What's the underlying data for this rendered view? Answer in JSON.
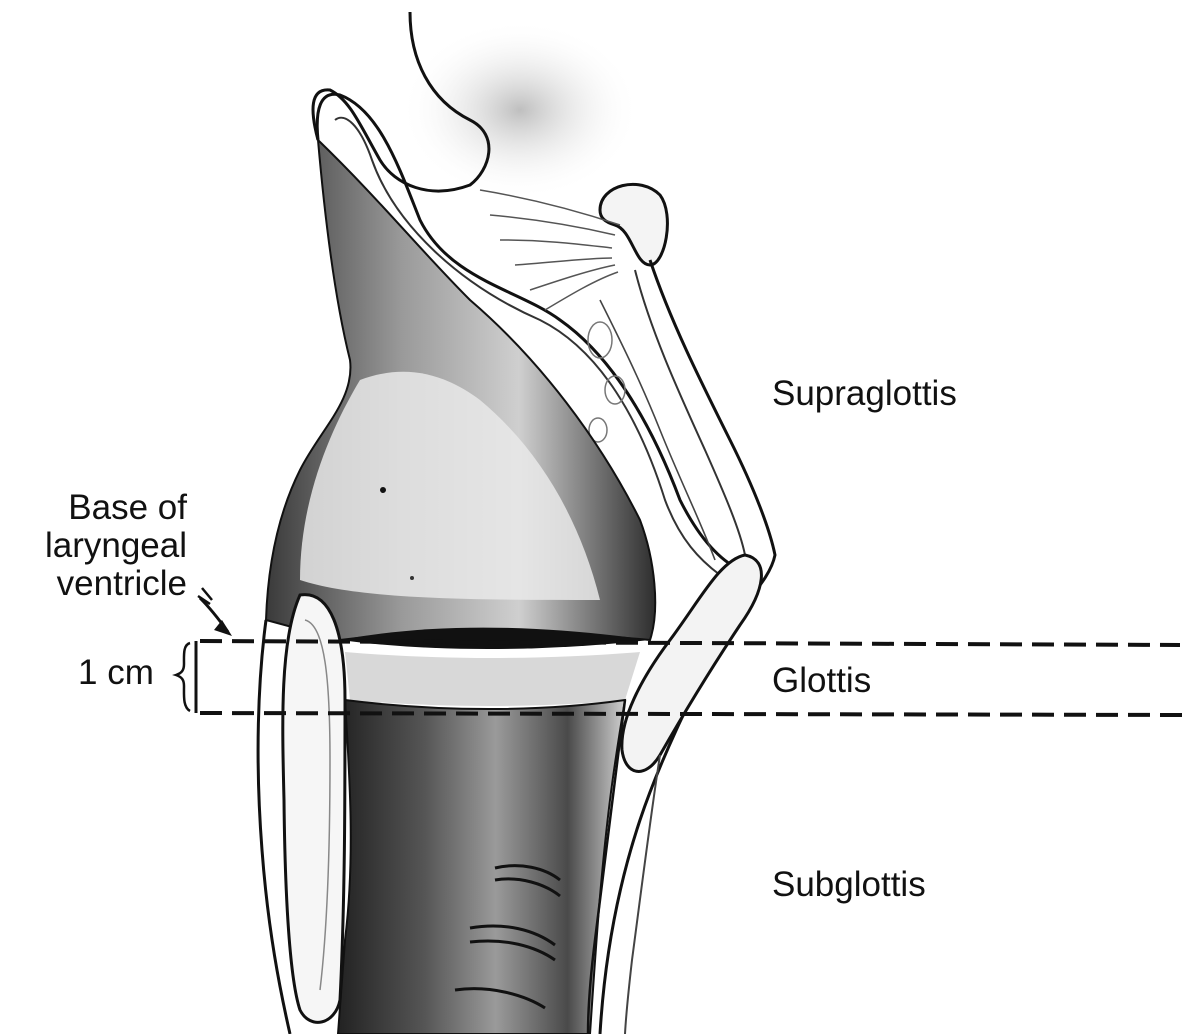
{
  "labels": {
    "supraglottis": "Supraglottis",
    "glottis": "Glottis",
    "subglottis": "Subglottis",
    "base_of_ventricle_line1": "Base of",
    "base_of_ventricle_line2": "laryngeal",
    "base_of_ventricle_line3": "ventricle",
    "scale": "1 cm"
  },
  "colors": {
    "ink": "#111111",
    "shade_dark": "#2a2a2a",
    "shade_mid": "#6e6e6e",
    "shade_light": "#bdbdbd",
    "background": "#ffffff"
  },
  "icons": {
    "pointer": "arrow-icon",
    "brace": "brace-icon"
  }
}
